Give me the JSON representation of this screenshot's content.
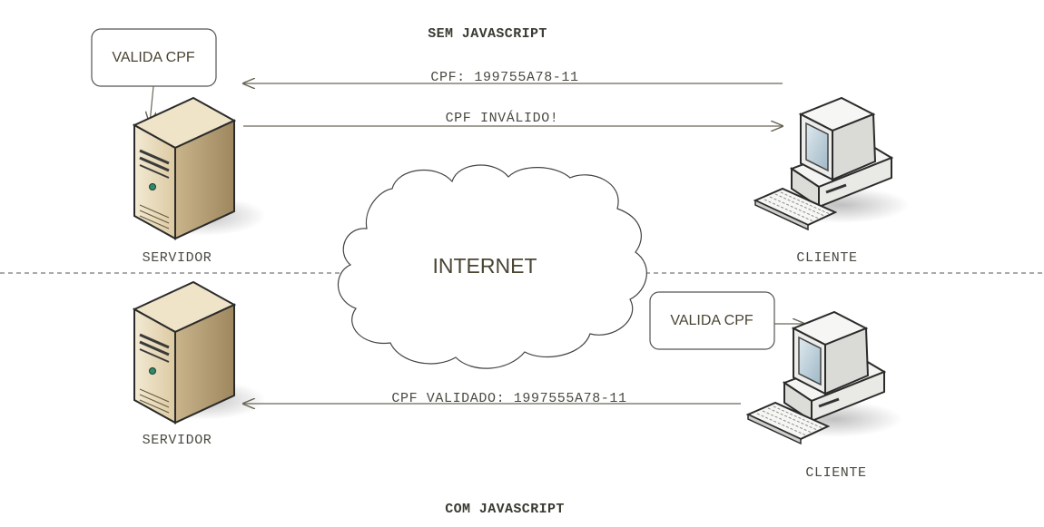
{
  "titles": {
    "top": "SEM JAVASCRIPT",
    "bottom": "COM JAVASCRIPT"
  },
  "cloud": {
    "label": "INTERNET"
  },
  "top_section": {
    "validator_box": "VALIDA CPF",
    "server_label": "SERVIDOR",
    "client_label": "CLIENTE",
    "request_label": "CPF: 199755A78-11",
    "response_label": "CPF INVÁLIDO!"
  },
  "bottom_section": {
    "validator_box": "VALIDA CPF",
    "server_label": "SERVIDOR",
    "client_label": "CLIENTE",
    "request_label": "CPF VALIDADO: 1997555A78-11"
  },
  "icons": {
    "server": "server-tower-icon",
    "client": "desktop-computer-icon",
    "cloud": "cloud-icon"
  },
  "colors": {
    "server_body": "#e8dcc0",
    "server_dark": "#b9a27a",
    "monitor_body": "#f2f2f0",
    "screen": "#bcd1dc",
    "line": "#6b6657"
  }
}
